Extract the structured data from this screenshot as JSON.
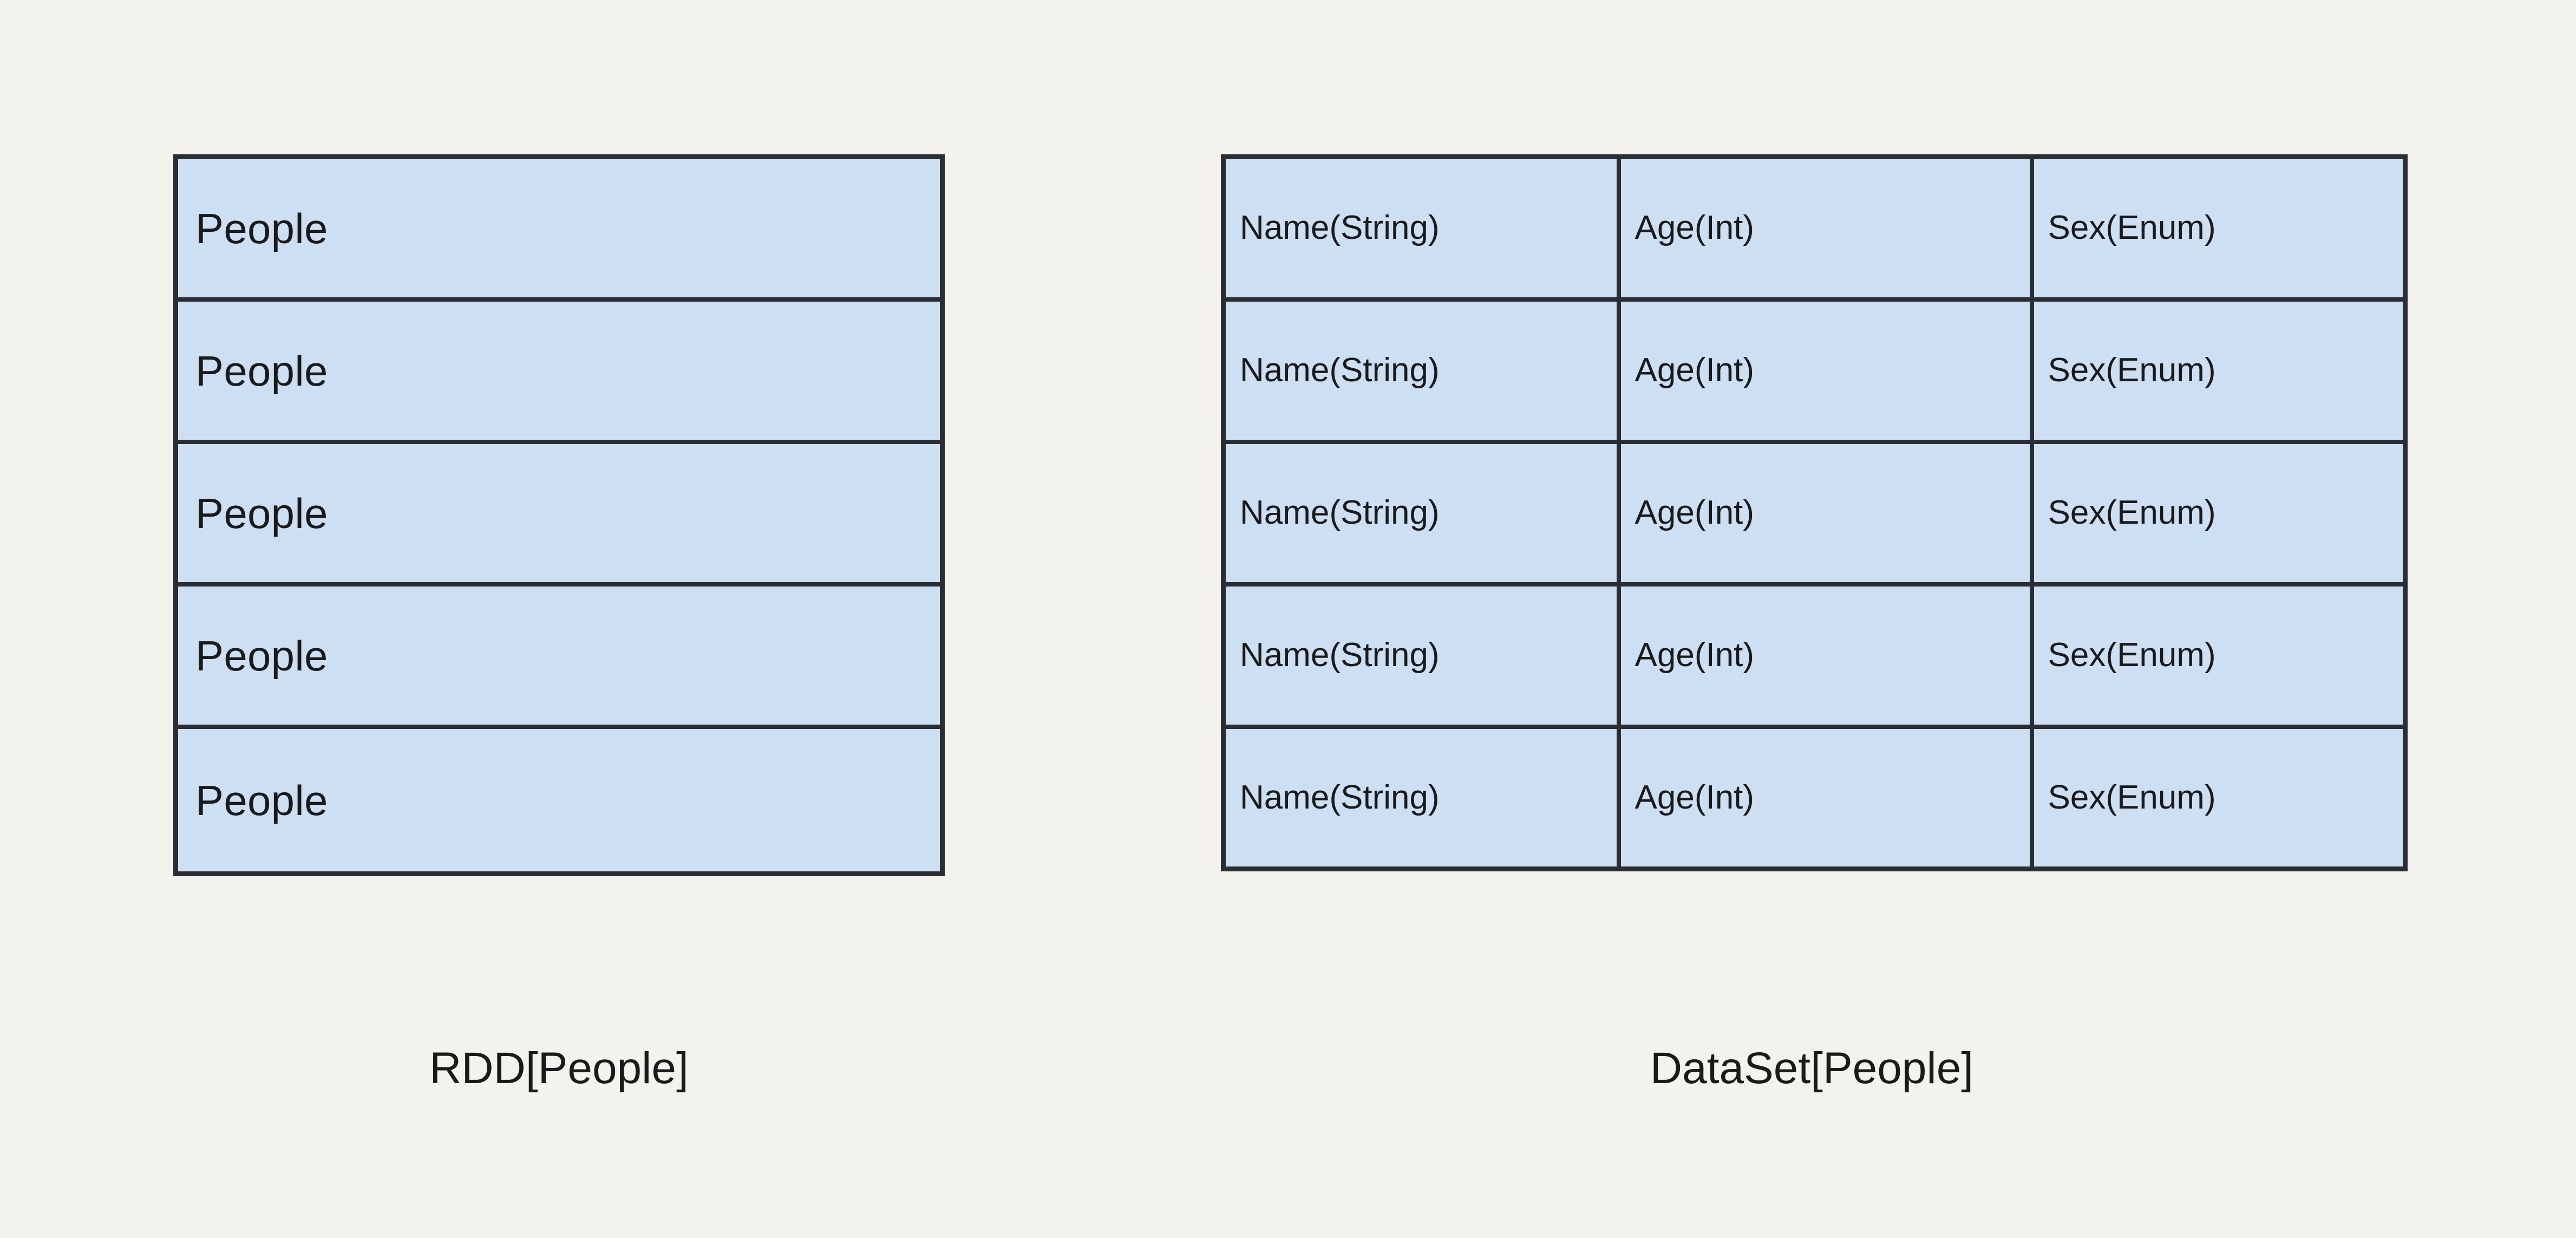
{
  "canvas": {
    "background_color": "#f4f2ed",
    "cell_fill_color": "#cddff2",
    "border_color": "#2a2d33",
    "text_color": "#1a1a1a"
  },
  "figures": [
    {
      "id": "rdd",
      "caption": "RDD[People]",
      "row_count": 5,
      "rows": [
        {
          "label": "People"
        },
        {
          "label": "People"
        },
        {
          "label": "People"
        },
        {
          "label": "People"
        },
        {
          "label": "People"
        }
      ]
    },
    {
      "id": "dataset",
      "caption": "DataSet[People]",
      "row_count": 5,
      "column_count": 3,
      "rows": [
        {
          "name": "Name(String)",
          "age": "Age(Int)",
          "sex": "Sex(Enum)"
        },
        {
          "name": "Name(String)",
          "age": "Age(Int)",
          "sex": "Sex(Enum)"
        },
        {
          "name": "Name(String)",
          "age": "Age(Int)",
          "sex": "Sex(Enum)"
        },
        {
          "name": "Name(String)",
          "age": "Age(Int)",
          "sex": "Sex(Enum)"
        },
        {
          "name": "Name(String)",
          "age": "Age(Int)",
          "sex": "Sex(Enum)"
        }
      ]
    }
  ]
}
